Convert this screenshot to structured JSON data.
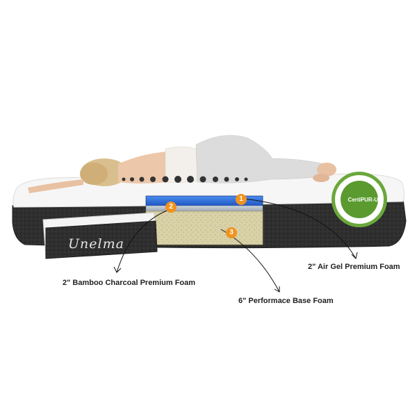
{
  "brand": "Unelma",
  "certification": "CertiPUR-US",
  "layers": [
    {
      "number": "1",
      "label": "2\" Air Gel Premium Foam"
    },
    {
      "number": "2",
      "label": "2\" Bamboo Charcoal Premium Foam"
    },
    {
      "number": "3",
      "label": "6\" Performace Base Foam"
    }
  ],
  "colors": {
    "badge": "#f0931e",
    "cover_dark": "#2b2b2b",
    "cover_white": "#f4f4f4",
    "gel": "#2f6fd6",
    "base_foam": "#d7d0a6",
    "cert_green": "#5a9a2e"
  }
}
